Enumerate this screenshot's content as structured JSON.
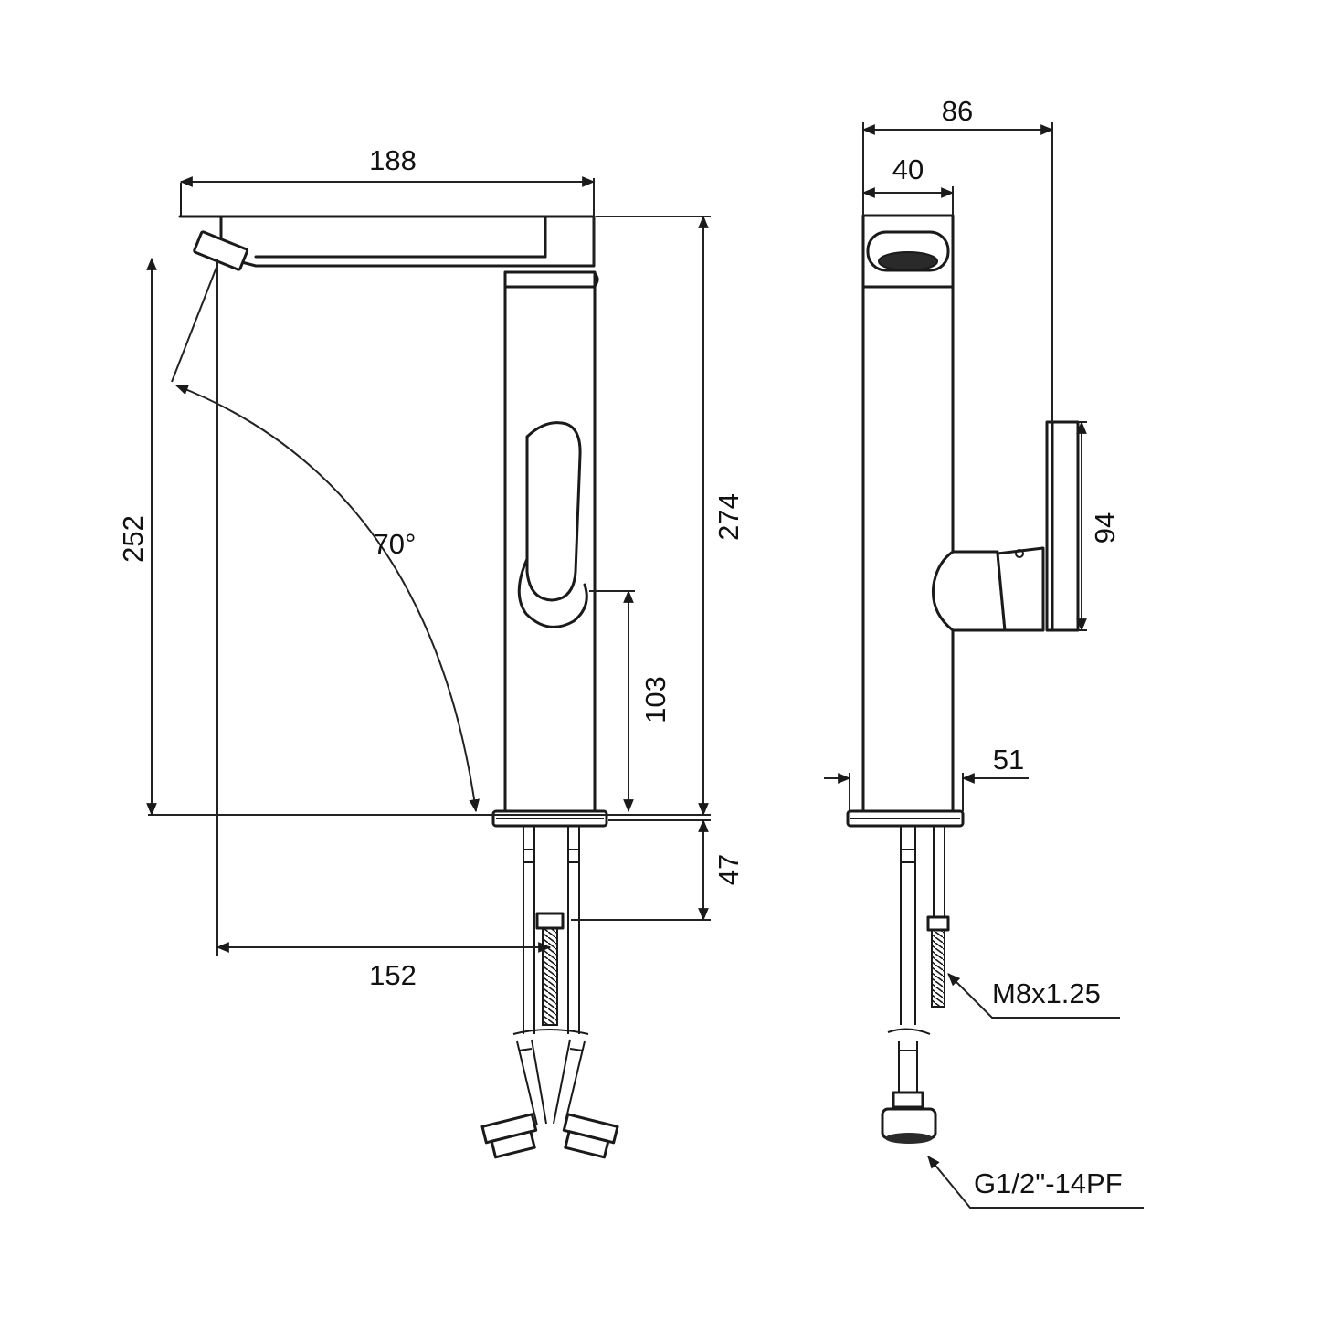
{
  "front_view": {
    "overall_length": "188",
    "overall_height": "274",
    "spout_height": "252",
    "lever_height": "103",
    "shank_length": "47",
    "spout_reach": "152",
    "lever_angle": "70°"
  },
  "side_view": {
    "overall_depth": "86",
    "spout_depth": "40",
    "lever_length": "94",
    "base_offset": "51",
    "stud_thread": "M8x1.25",
    "hose_connection": "G1/2\"-14PF"
  },
  "colors": {
    "line": "#1a1a1a",
    "background": "#ffffff",
    "aerator": "#2a2a2a"
  }
}
